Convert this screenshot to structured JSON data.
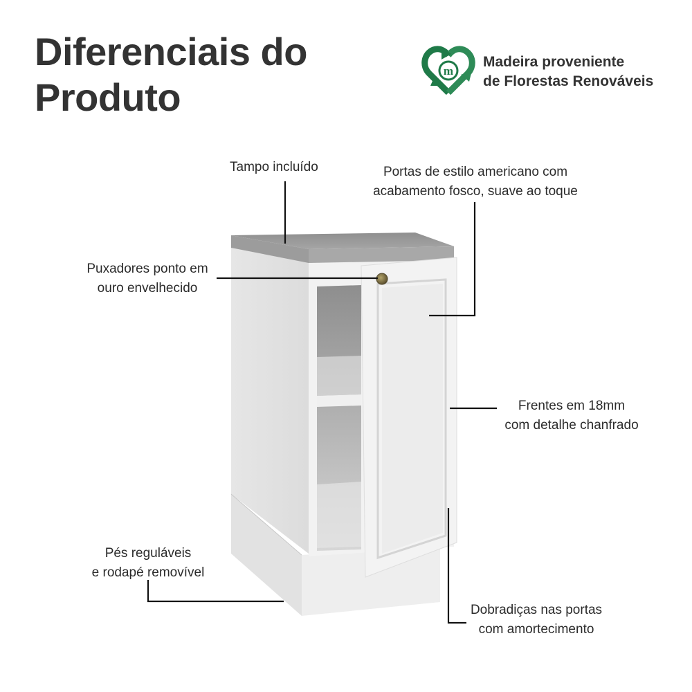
{
  "header": {
    "title_line1": "Diferenciais do",
    "title_line2": "Produto"
  },
  "badge": {
    "icon": "recycle-heart-m-icon",
    "line1": "Madeira proveniente",
    "line2": "de Florestas Renováveis",
    "color": "#1f7a48"
  },
  "product": {
    "name": "Balcão de cozinha branco com tampo",
    "body_color": "#ececec",
    "countertop_color": "#9a9a9a",
    "knob_color": "#8a7a4a"
  },
  "callouts": [
    {
      "id": "tampo",
      "lines": [
        "Tampo incluído"
      ]
    },
    {
      "id": "portas",
      "lines": [
        "Portas de estilo americano com",
        "acabamento fosco, suave ao toque"
      ]
    },
    {
      "id": "puxadores",
      "lines": [
        "Puxadores ponto em",
        "ouro envelhecido"
      ]
    },
    {
      "id": "frentes",
      "lines": [
        "Frentes em 18mm",
        "com detalhe chanfrado"
      ]
    },
    {
      "id": "pes",
      "lines": [
        "Pés reguláveis",
        "e rodapé removível"
      ]
    },
    {
      "id": "dobradicas",
      "lines": [
        "Dobradiças nas portas",
        "com amortecimento"
      ]
    }
  ]
}
